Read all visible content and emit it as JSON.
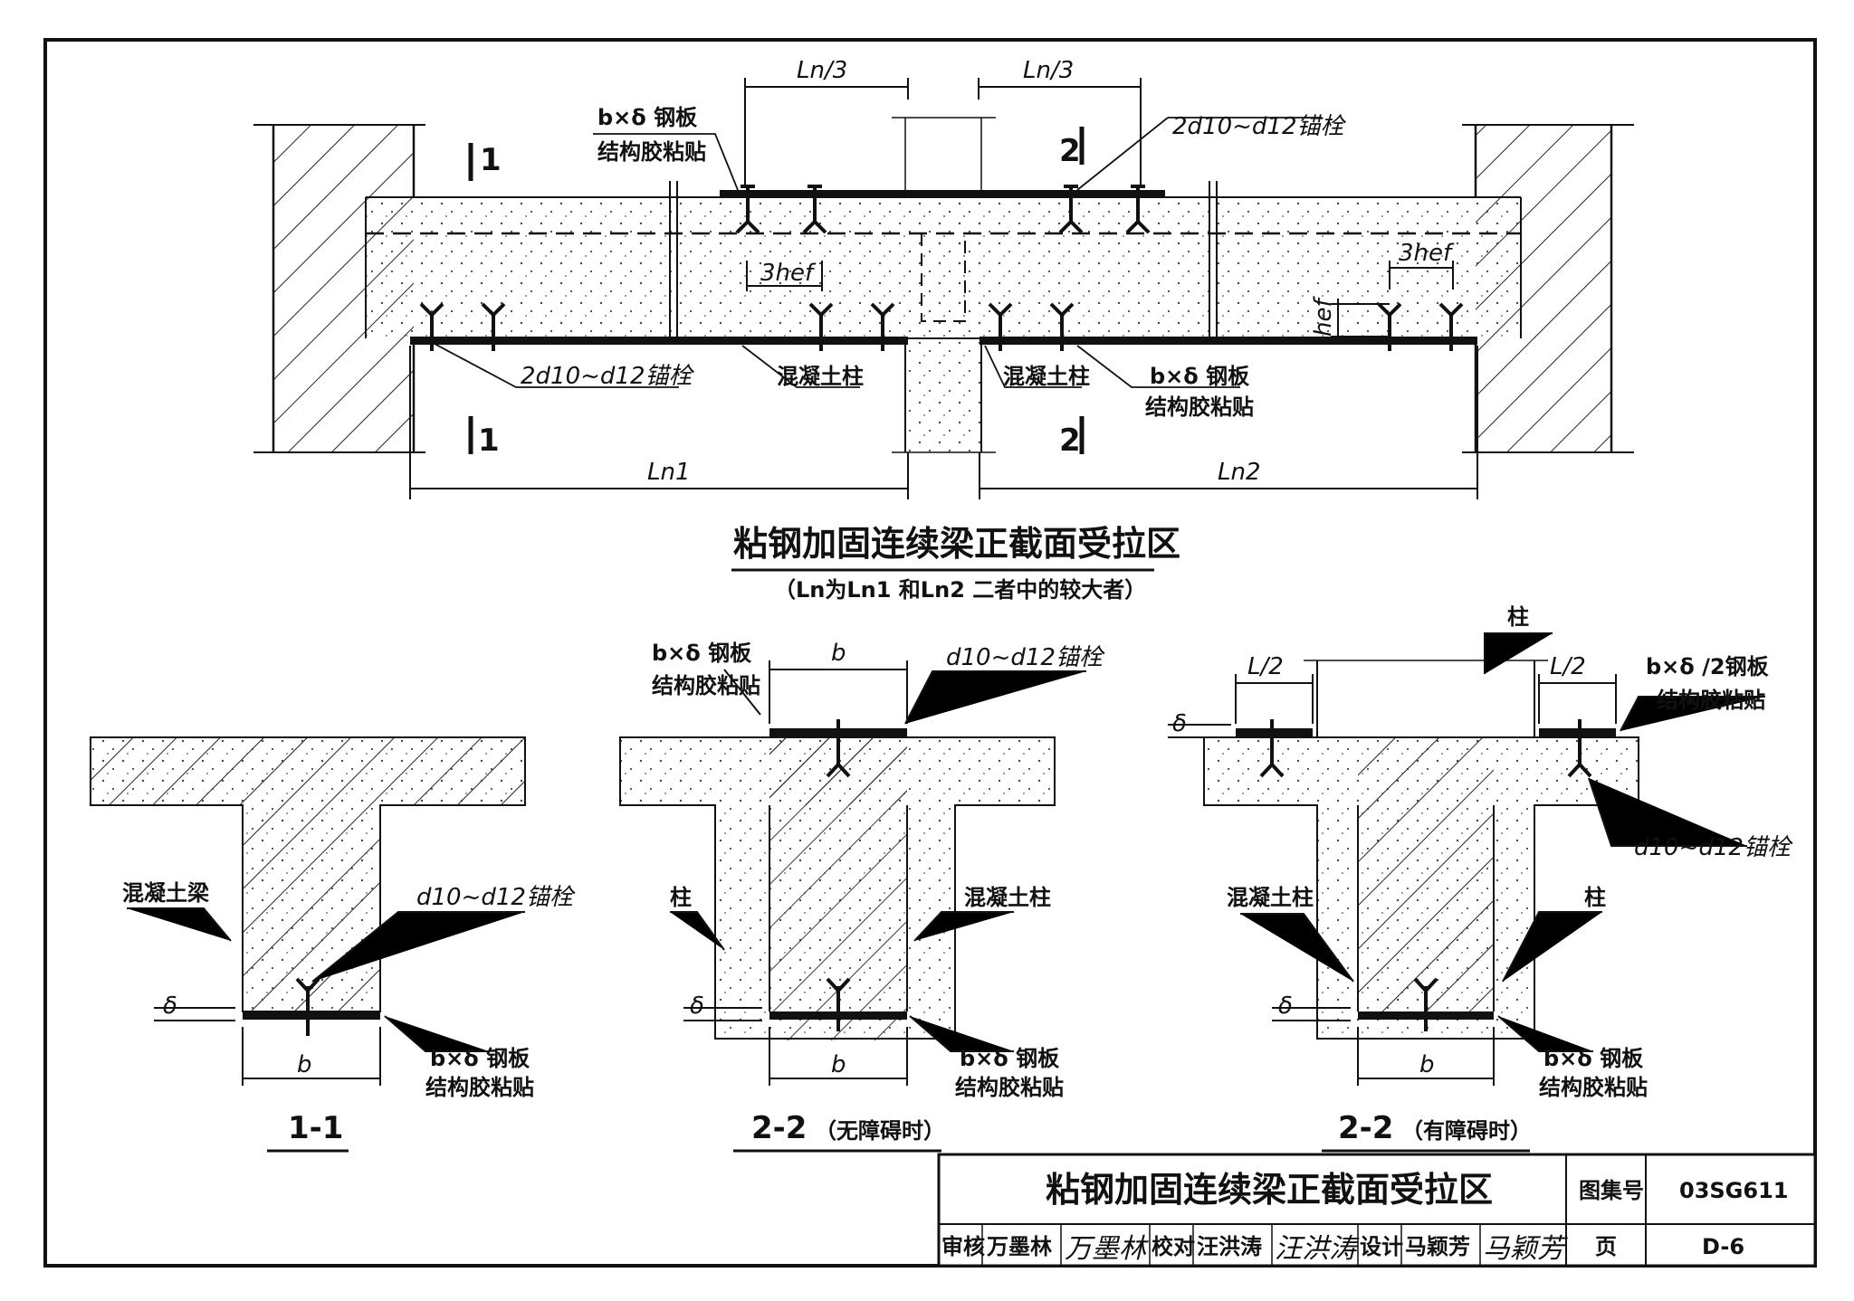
{
  "main_drawing": {
    "title": "粘钢加固连续梁正截面受拉区",
    "subtitle": "（Ln为Ln1 和Ln2 二者中的较大者）",
    "dim_ln3_left": "Ln/3",
    "dim_ln3_right": "Ln/3",
    "plate_label_left_1": "b×δ 钢板",
    "plate_label_left_2": "结构胶粘贴",
    "anchor_top_right": "2d10~d12锚栓",
    "anchor_bottom_left": "2d10~d12锚栓",
    "dim_3hef_left": "3hef",
    "dim_3hef_right": "3hef",
    "dim_hef": "hef",
    "column_label_left": "混凝土柱",
    "column_label_right": "混凝土柱",
    "plate_label_right_1": "b×δ 钢板",
    "plate_label_right_2": "结构胶粘贴",
    "section_mark_1_top": "1",
    "section_mark_1_bottom": "1",
    "section_mark_2_top": "2",
    "section_mark_2_bottom": "2",
    "dim_ln1": "Ln1",
    "dim_ln2": "Ln2"
  },
  "section_1_1": {
    "name": "1-1",
    "beam_label": "混凝土梁",
    "anchor_label": "d10~d12锚栓",
    "plate_label_1": "b×δ 钢板",
    "plate_label_2": "结构胶粘贴",
    "dim_b": "b",
    "dim_delta": "δ"
  },
  "section_2_2a": {
    "name": "2-2",
    "note": "（无障碍时）",
    "top_plate_label_1": "b×δ 钢板",
    "top_plate_label_2": "结构胶粘贴",
    "dim_b_top": "b",
    "anchor_label": "d10~d12锚栓",
    "column_label": "柱",
    "concrete_column_label": "混凝土柱",
    "plate_label_1": "b×δ 钢板",
    "plate_label_2": "结构胶粘贴",
    "dim_b": "b",
    "dim_delta": "δ"
  },
  "section_2_2b": {
    "name": "2-2",
    "note": "（有障碍时）",
    "column_top_label": "柱",
    "dim_l2_left": "L/2",
    "dim_l2_right": "L/2",
    "top_plate_label_1": "b×δ /2钢板",
    "top_plate_label_2": "结构胶粘贴",
    "anchor_label": "d10~d12锚栓",
    "concrete_column_label": "混凝土柱",
    "column_label": "柱",
    "plate_label_1": "b×δ 钢板",
    "plate_label_2": "结构胶粘贴",
    "dim_b": "b",
    "dim_delta_top": "δ",
    "dim_delta": "δ"
  },
  "title_block": {
    "title": "粘钢加固连续梁正截面受拉区",
    "atlas_label": "图集号",
    "atlas_no": "03SG611",
    "page_label": "页",
    "page_no": "D-6",
    "review_label": "审核",
    "reviewer": "万墨林",
    "reviewer_sig": "万墨林",
    "check_label": "校对",
    "checker": "汪洪涛",
    "checker_sig": "汪洪涛",
    "design_label": "设计",
    "designer": "马颖芳",
    "designer_sig": "马颖芳"
  }
}
